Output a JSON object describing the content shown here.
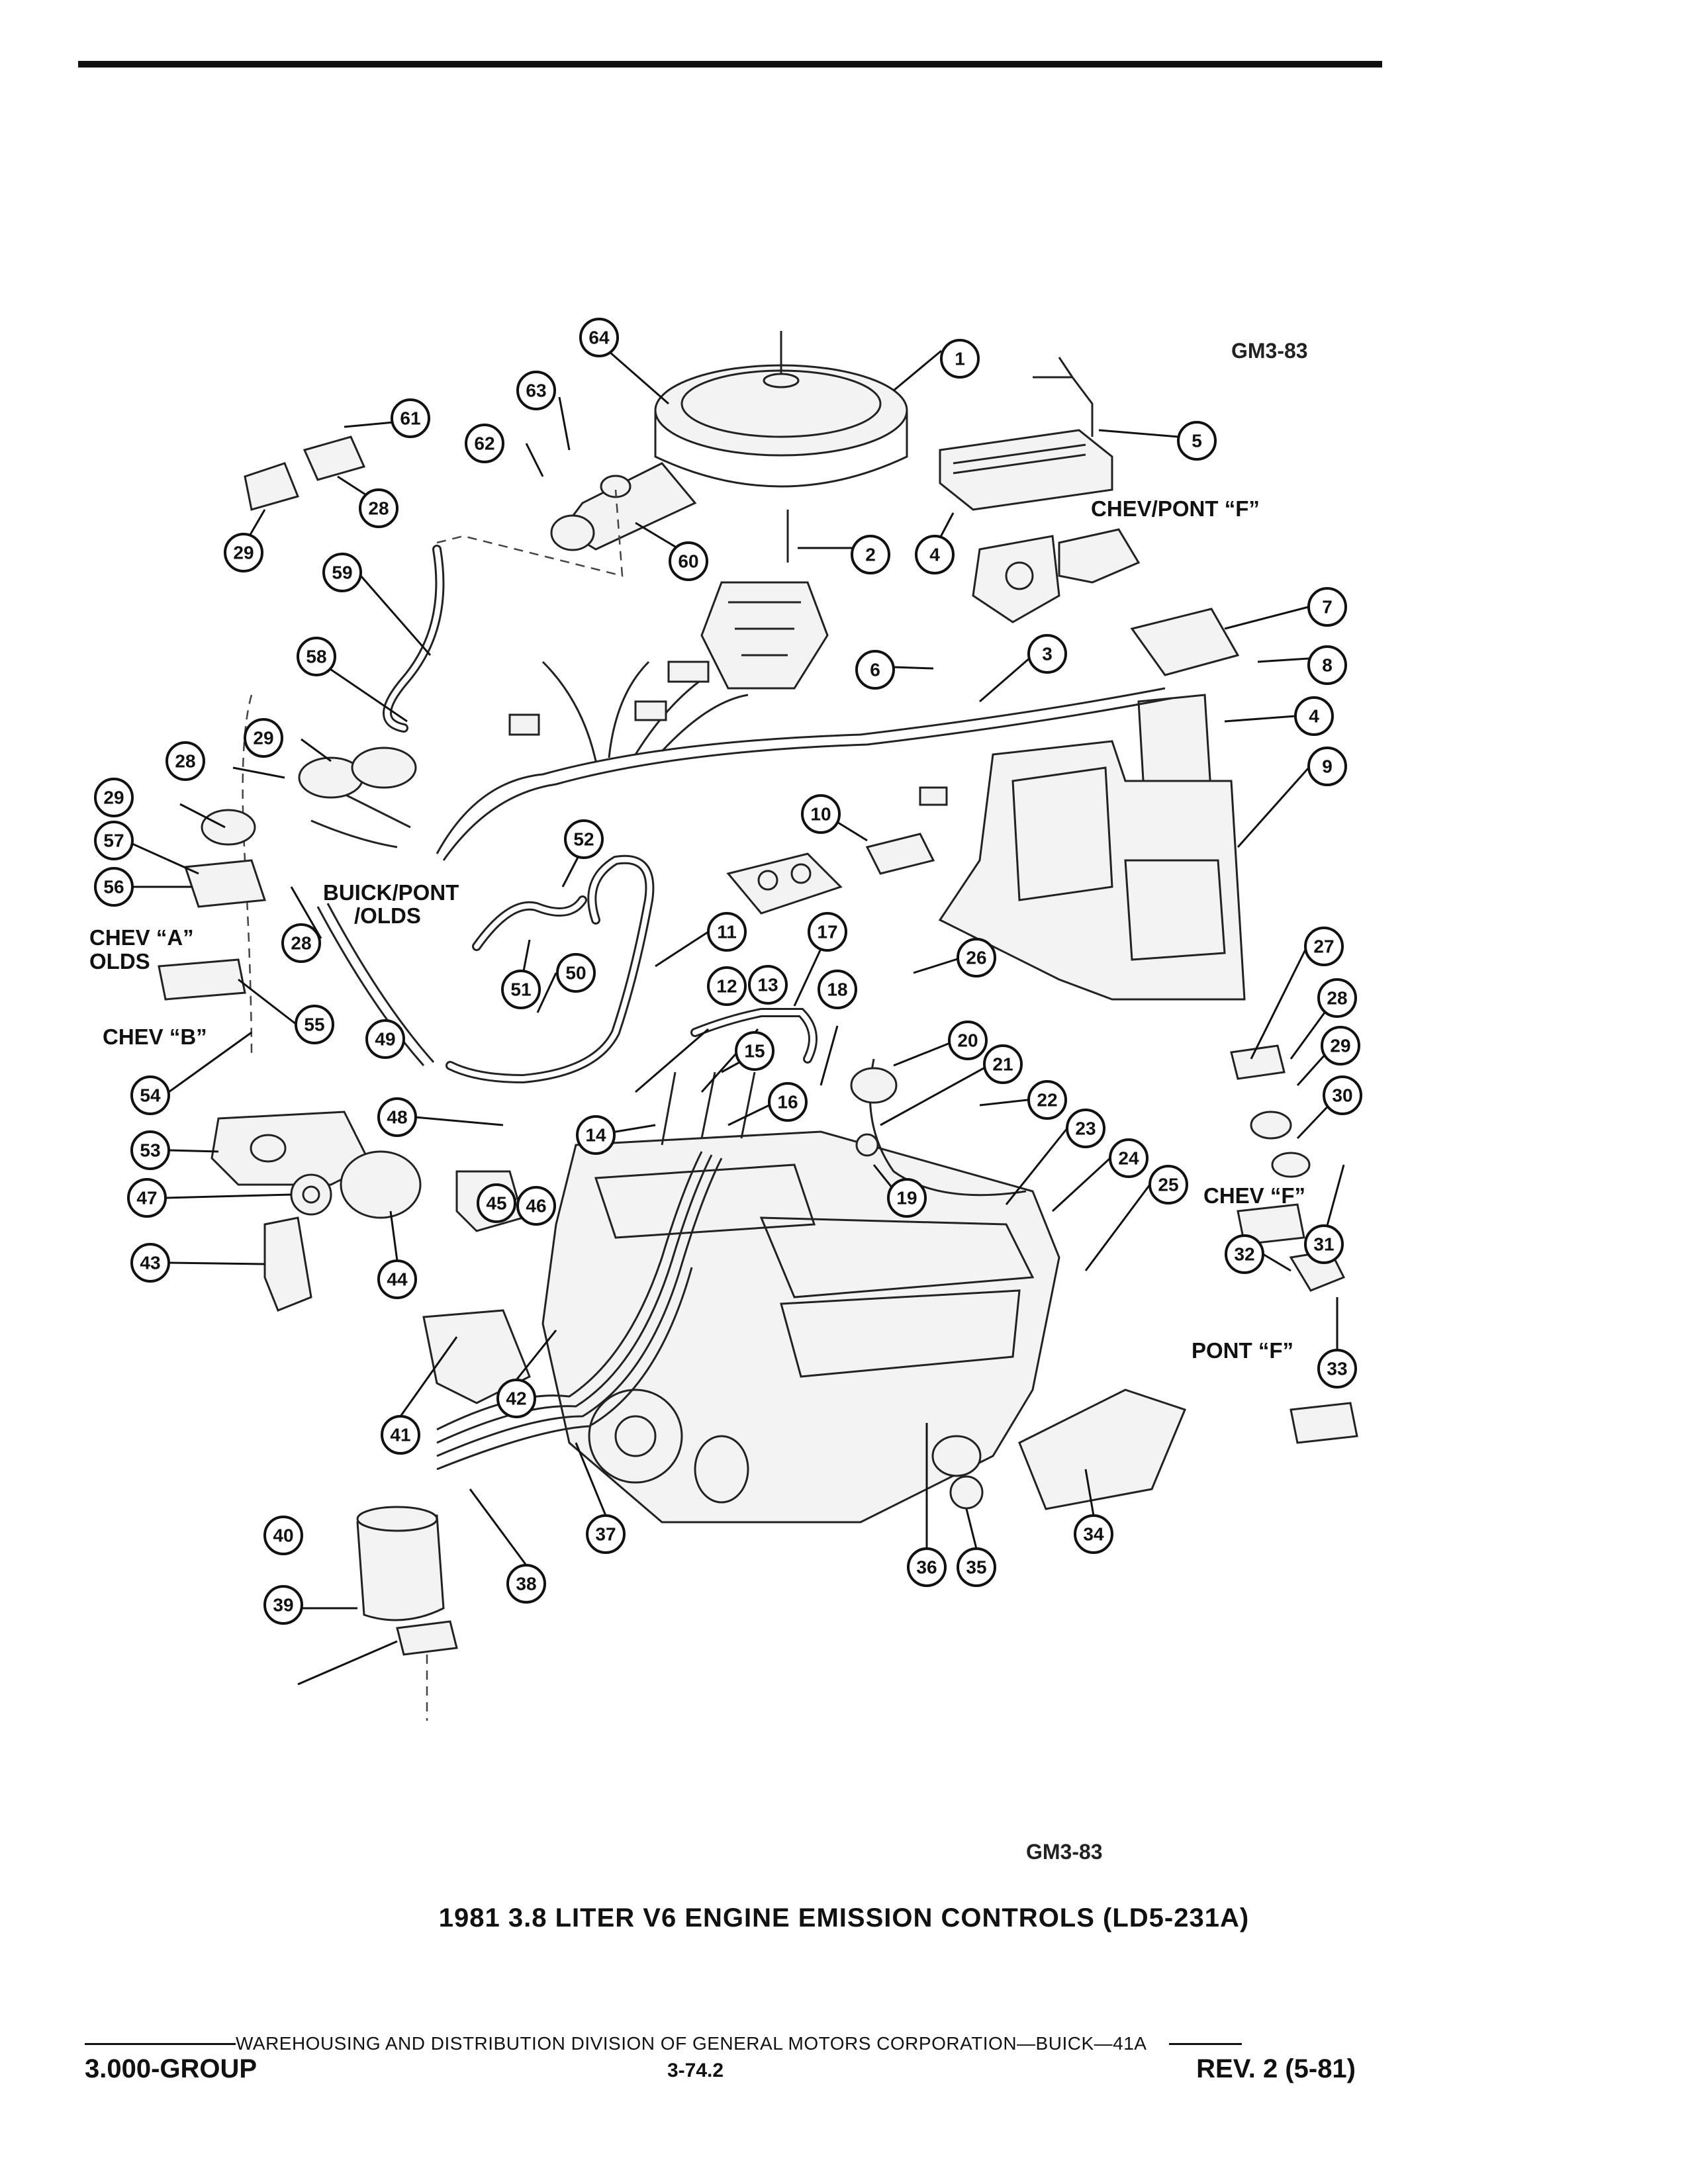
{
  "figure_code_top": "GM3-83",
  "figure_code_bottom": "GM3-83",
  "caption": "1981 3.8 LITER V6 ENGINE EMISSION CONTROLS (LD5-231A)",
  "variant_labels": {
    "chev_pont_f": "CHEV/PONT “F”",
    "buick_pont_olds_1": "BUICK/PONT",
    "buick_pont_olds_2": "/OLDS",
    "chev_a_1": "CHEV “A”",
    "chev_a_2": "OLDS",
    "chev_b": "CHEV “B”",
    "chev_f": "CHEV “F”",
    "pont_f": "PONT “F”"
  },
  "callouts": {
    "c1": "1",
    "c2": "2",
    "c3": "3",
    "c4a": "4",
    "c4b": "4",
    "c5": "5",
    "c6": "6",
    "c7": "7",
    "c8": "8",
    "c9": "9",
    "c10": "10",
    "c11": "11",
    "c12": "12",
    "c13": "13",
    "c14": "14",
    "c15": "15",
    "c16": "16",
    "c17": "17",
    "c18": "18",
    "c19": "19",
    "c20": "20",
    "c21": "21",
    "c22": "22",
    "c23": "23",
    "c24": "24",
    "c25": "25",
    "c26": "26",
    "c27": "27",
    "c28a": "28",
    "c28b": "28",
    "c28c": "28",
    "c28d": "28",
    "c29a": "29",
    "c29b": "29",
    "c29c": "29",
    "c29d": "29",
    "c30": "30",
    "c31": "31",
    "c32": "32",
    "c33": "33",
    "c34": "34",
    "c35": "35",
    "c36": "36",
    "c37": "37",
    "c38": "38",
    "c39": "39",
    "c40": "40",
    "c41": "41",
    "c42": "42",
    "c43": "43",
    "c44": "44",
    "c45": "45",
    "c46": "46",
    "c47": "47",
    "c48": "48",
    "c49": "49",
    "c50": "50",
    "c51": "51",
    "c52": "52",
    "c53": "53",
    "c54": "54",
    "c55": "55",
    "c56": "56",
    "c57": "57",
    "c58": "58",
    "c59": "59",
    "c60": "60",
    "c61": "61",
    "c62": "62",
    "c63": "63",
    "c64": "64"
  },
  "footer": {
    "division_line": "WAREHOUSING AND DISTRIBUTION  DIVISION OF GENERAL MOTORS CORPORATION—BUICK—41A",
    "group": "3.000-GROUP",
    "page": "3-74.2",
    "revision": "REV. 2 (5-81)"
  }
}
